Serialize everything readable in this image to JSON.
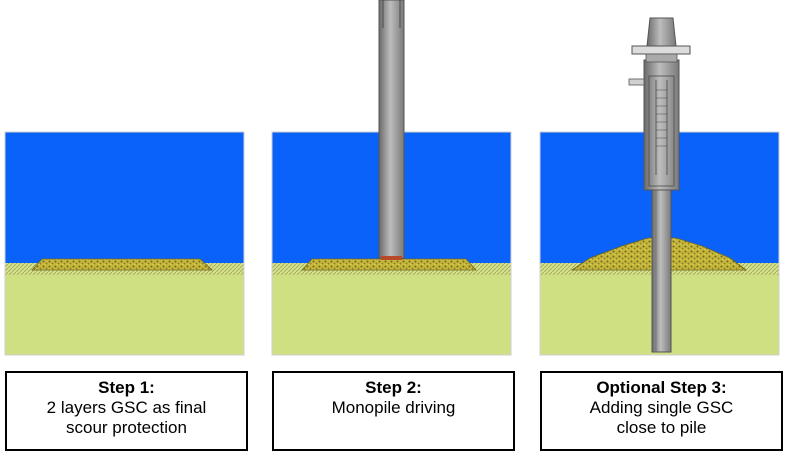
{
  "colors": {
    "water": "#0a62fa",
    "seabed": "#cfe083",
    "hatch_band": "#d6e08a",
    "gsc_fill": "#c8b93a",
    "gsc_dark": "#6b6420",
    "pile": "#8e8e8e",
    "pile_light": "#c8c8c8",
    "pile_dark": "#5e5e5e"
  },
  "panels": [
    {
      "id": "step1",
      "caption": {
        "title": "Step 1:",
        "lines": [
          "2 layers GSC as final",
          "scour protection"
        ]
      }
    },
    {
      "id": "step2",
      "caption": {
        "title": "Step 2:",
        "lines": [
          "Monopile driving"
        ]
      }
    },
    {
      "id": "step3",
      "caption": {
        "title": "Optional Step 3:",
        "lines": [
          "Adding single GSC",
          "close to pile"
        ]
      }
    }
  ]
}
